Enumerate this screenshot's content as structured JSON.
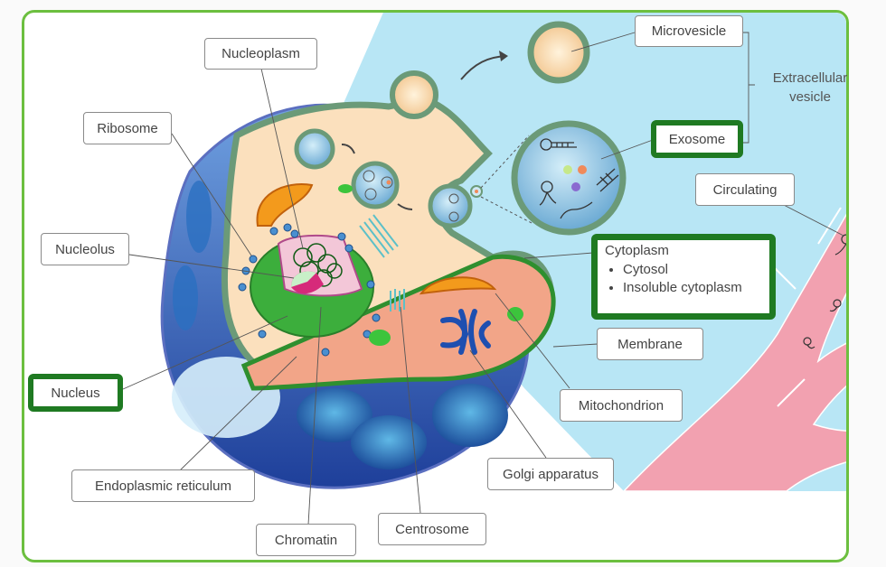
{
  "diagram": {
    "title": "Cell structure and extracellular vesicles",
    "labels": {
      "nucleoplasm": "Nucleoplasm",
      "ribosome": "Ribosome",
      "nucleolus": "Nucleolus",
      "nucleus": "Nucleus",
      "endoplasmic_reticulum": "Endoplasmic reticulum",
      "chromatin": "Chromatin",
      "centrosome": "Centrosome",
      "golgi_apparatus": "Golgi apparatus",
      "mitochondrion": "Mitochondrion",
      "membrane": "Membrane",
      "microvesicle": "Microvesicle",
      "exosome": "Exosome",
      "circulating": "Circulating",
      "extracellular_vesicle": [
        "Extracellular",
        "vesicle"
      ]
    },
    "cytoplasm_box": {
      "title": "Cytoplasm",
      "items": [
        "Cytosol",
        "Insoluble cytoplasm"
      ]
    },
    "highlighted": [
      "Nucleus",
      "Exosome",
      "Cytoplasm"
    ],
    "colors": {
      "frame": "#6cbf3f",
      "highlight_border": "#1f7a22",
      "extracellular_bg": "#b8e6f5",
      "blood_vessel": "#f2a1b0",
      "cytoplasm_upper": "#fbe0bd",
      "cytoplasm_lower": "#f2a588",
      "cell_membrane": "#6b9a78",
      "nucleus": "#3cae3c",
      "outer_shell": "#3d6fc7"
    }
  }
}
